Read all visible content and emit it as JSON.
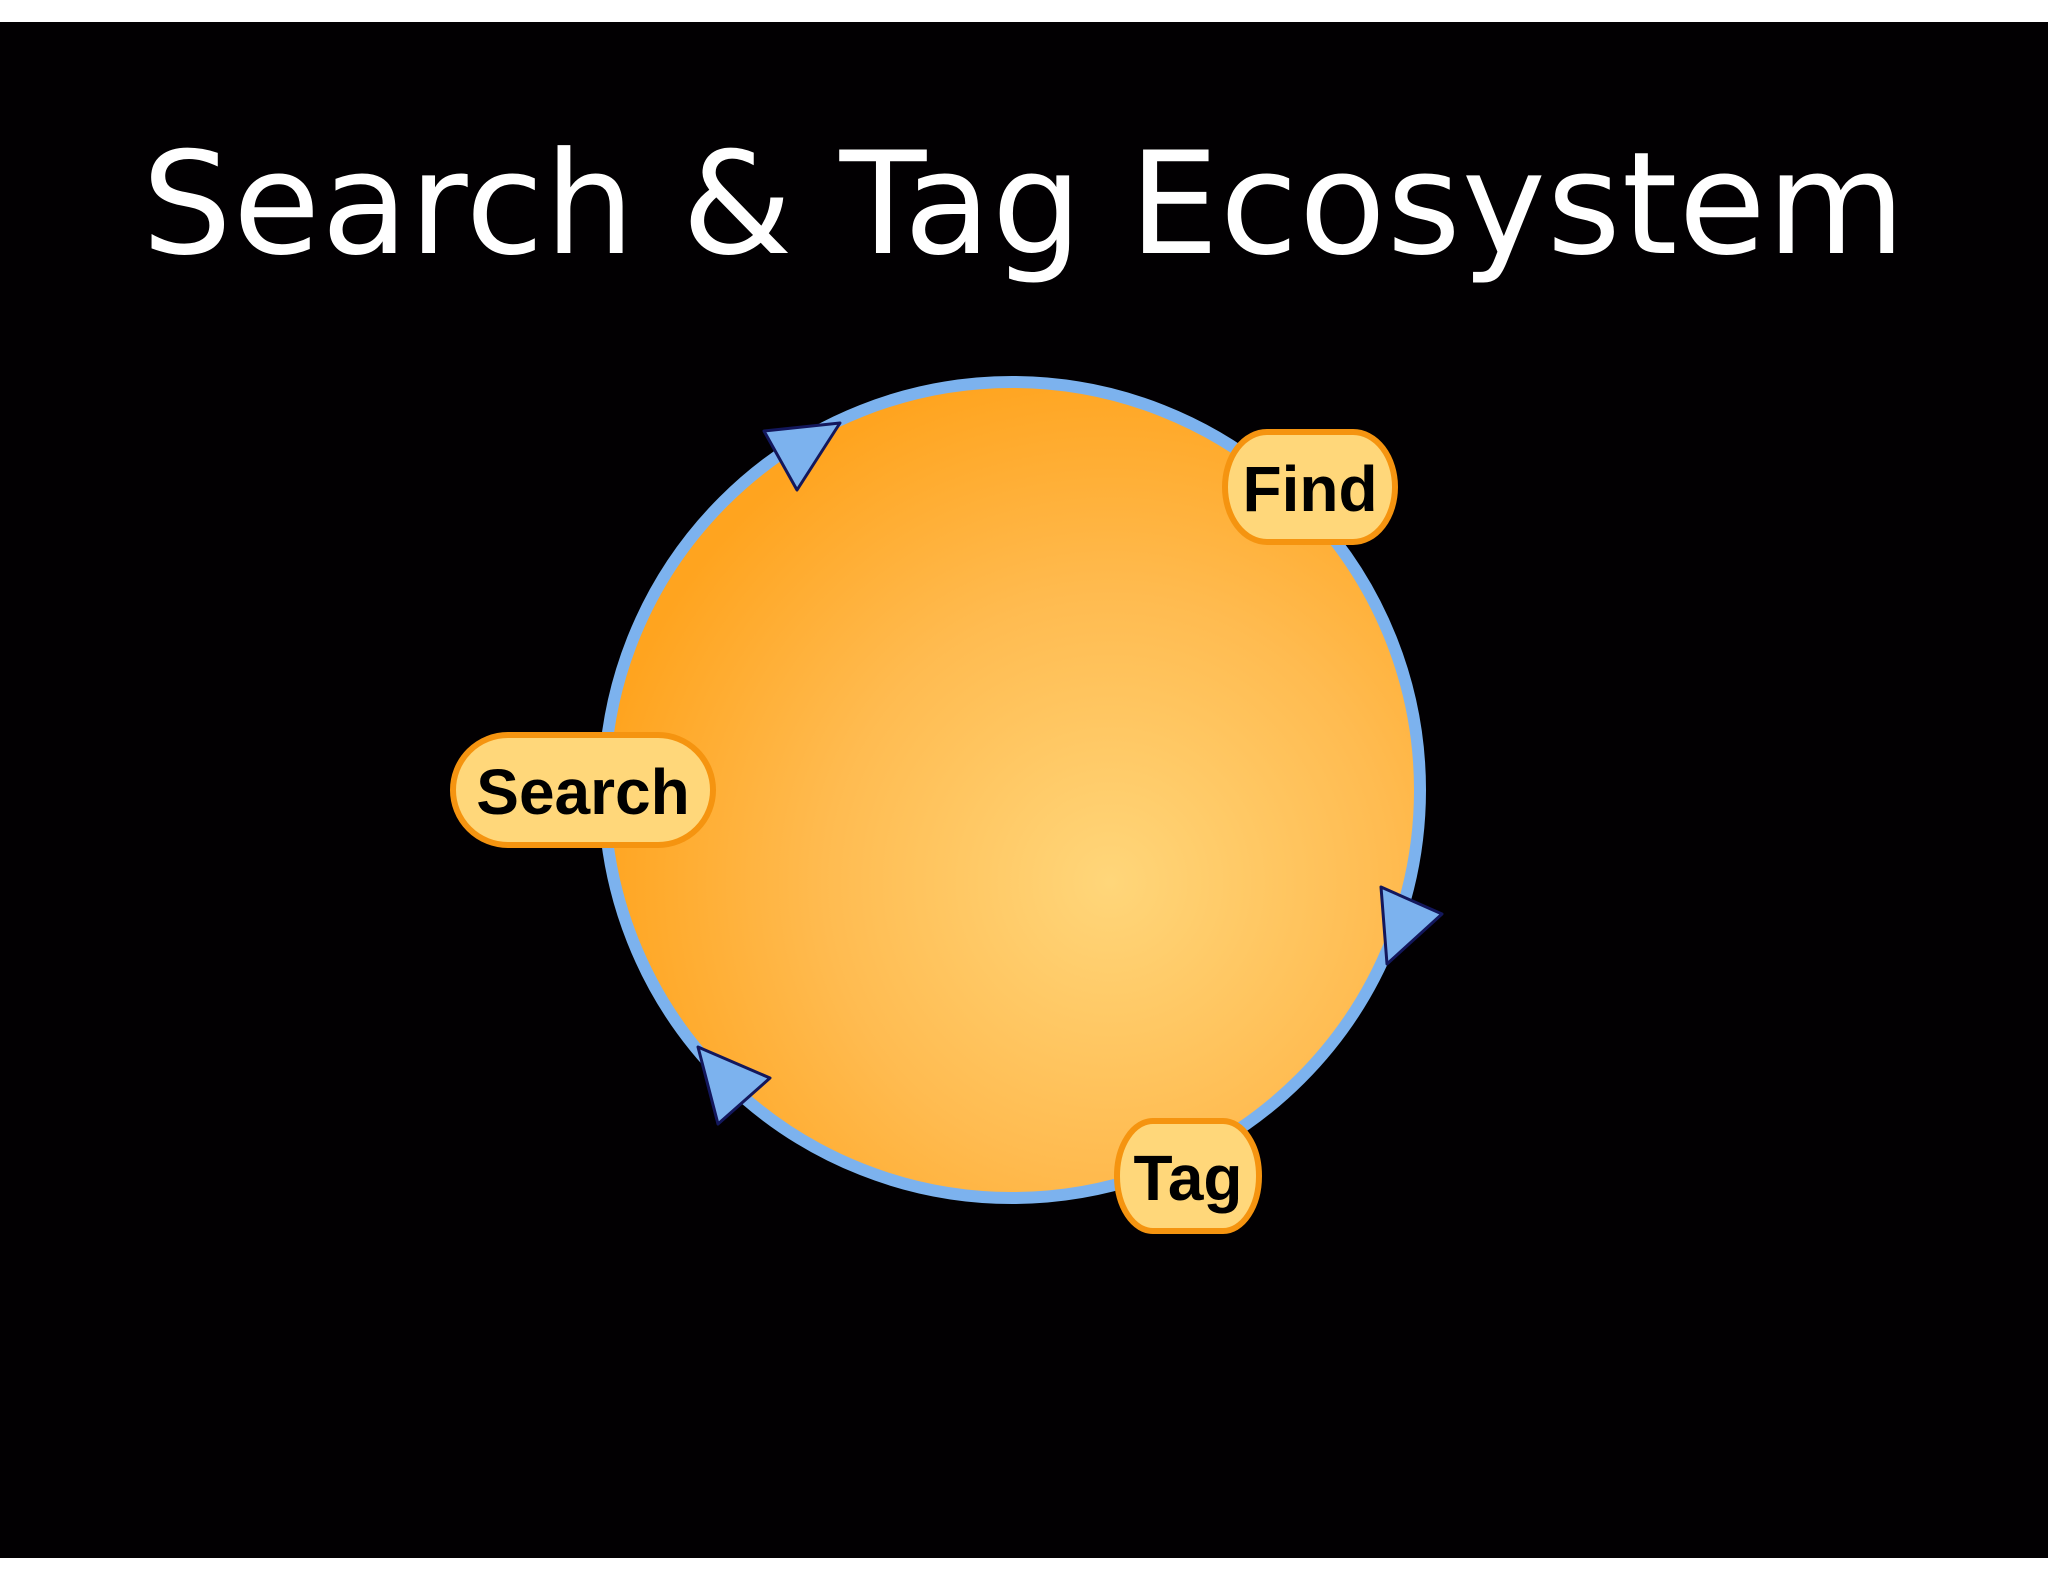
{
  "slide": {
    "title": "Search & Tag Ecosystem"
  },
  "diagram": {
    "nodes": {
      "search": "Search",
      "find": "Find",
      "tag": "Tag"
    },
    "colors": {
      "background": "#020002",
      "ring": "#7cb2ee",
      "fill_center": "#ffd67a",
      "fill_edge": "#ffa41f",
      "pill_fill": "#ffd77a",
      "pill_stroke": "#f59410",
      "arrow": "#7cb2ee",
      "arrow_stroke": "#13175c"
    }
  }
}
